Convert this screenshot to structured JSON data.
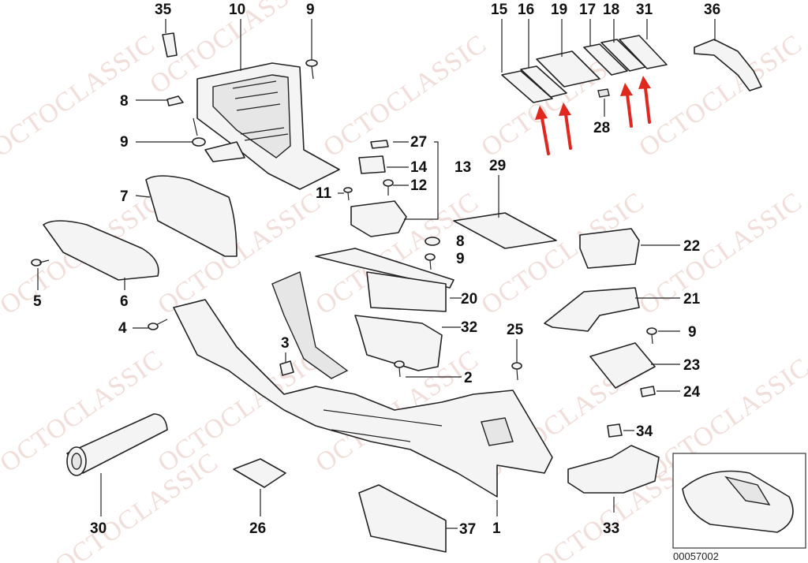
{
  "watermark": {
    "text": "OCTOCLASSIC"
  },
  "callouts": [
    {
      "id": "35",
      "label": "35"
    },
    {
      "id": "10",
      "label": "10"
    },
    {
      "id": "9a",
      "label": "9"
    },
    {
      "id": "8a",
      "label": "8"
    },
    {
      "id": "9b",
      "label": "9"
    },
    {
      "id": "7",
      "label": "7"
    },
    {
      "id": "6",
      "label": "6"
    },
    {
      "id": "5",
      "label": "5"
    },
    {
      "id": "4",
      "label": "4"
    },
    {
      "id": "3",
      "label": "3"
    },
    {
      "id": "27",
      "label": "27"
    },
    {
      "id": "14",
      "label": "14"
    },
    {
      "id": "13",
      "label": "13"
    },
    {
      "id": "12",
      "label": "12"
    },
    {
      "id": "11",
      "label": "11"
    },
    {
      "id": "29",
      "label": "29"
    },
    {
      "id": "8b",
      "label": "8"
    },
    {
      "id": "9c",
      "label": "9"
    },
    {
      "id": "20",
      "label": "20"
    },
    {
      "id": "32",
      "label": "32"
    },
    {
      "id": "2",
      "label": "2"
    },
    {
      "id": "25",
      "label": "25"
    },
    {
      "id": "15",
      "label": "15"
    },
    {
      "id": "16",
      "label": "16"
    },
    {
      "id": "19",
      "label": "19"
    },
    {
      "id": "17",
      "label": "17"
    },
    {
      "id": "18",
      "label": "18"
    },
    {
      "id": "31",
      "label": "31"
    },
    {
      "id": "36",
      "label": "36"
    },
    {
      "id": "28",
      "label": "28"
    },
    {
      "id": "22",
      "label": "22"
    },
    {
      "id": "21",
      "label": "21"
    },
    {
      "id": "9d",
      "label": "9"
    },
    {
      "id": "23",
      "label": "23"
    },
    {
      "id": "24",
      "label": "24"
    },
    {
      "id": "34",
      "label": "34"
    },
    {
      "id": "33",
      "label": "33"
    },
    {
      "id": "30",
      "label": "30"
    },
    {
      "id": "26",
      "label": "26"
    },
    {
      "id": "37",
      "label": "37"
    },
    {
      "id": "1",
      "label": "1"
    }
  ],
  "reference_code": "00057002",
  "colors": {
    "arrow": "#e0281e",
    "watermark": "#e7c3bb",
    "line": "#222222"
  }
}
